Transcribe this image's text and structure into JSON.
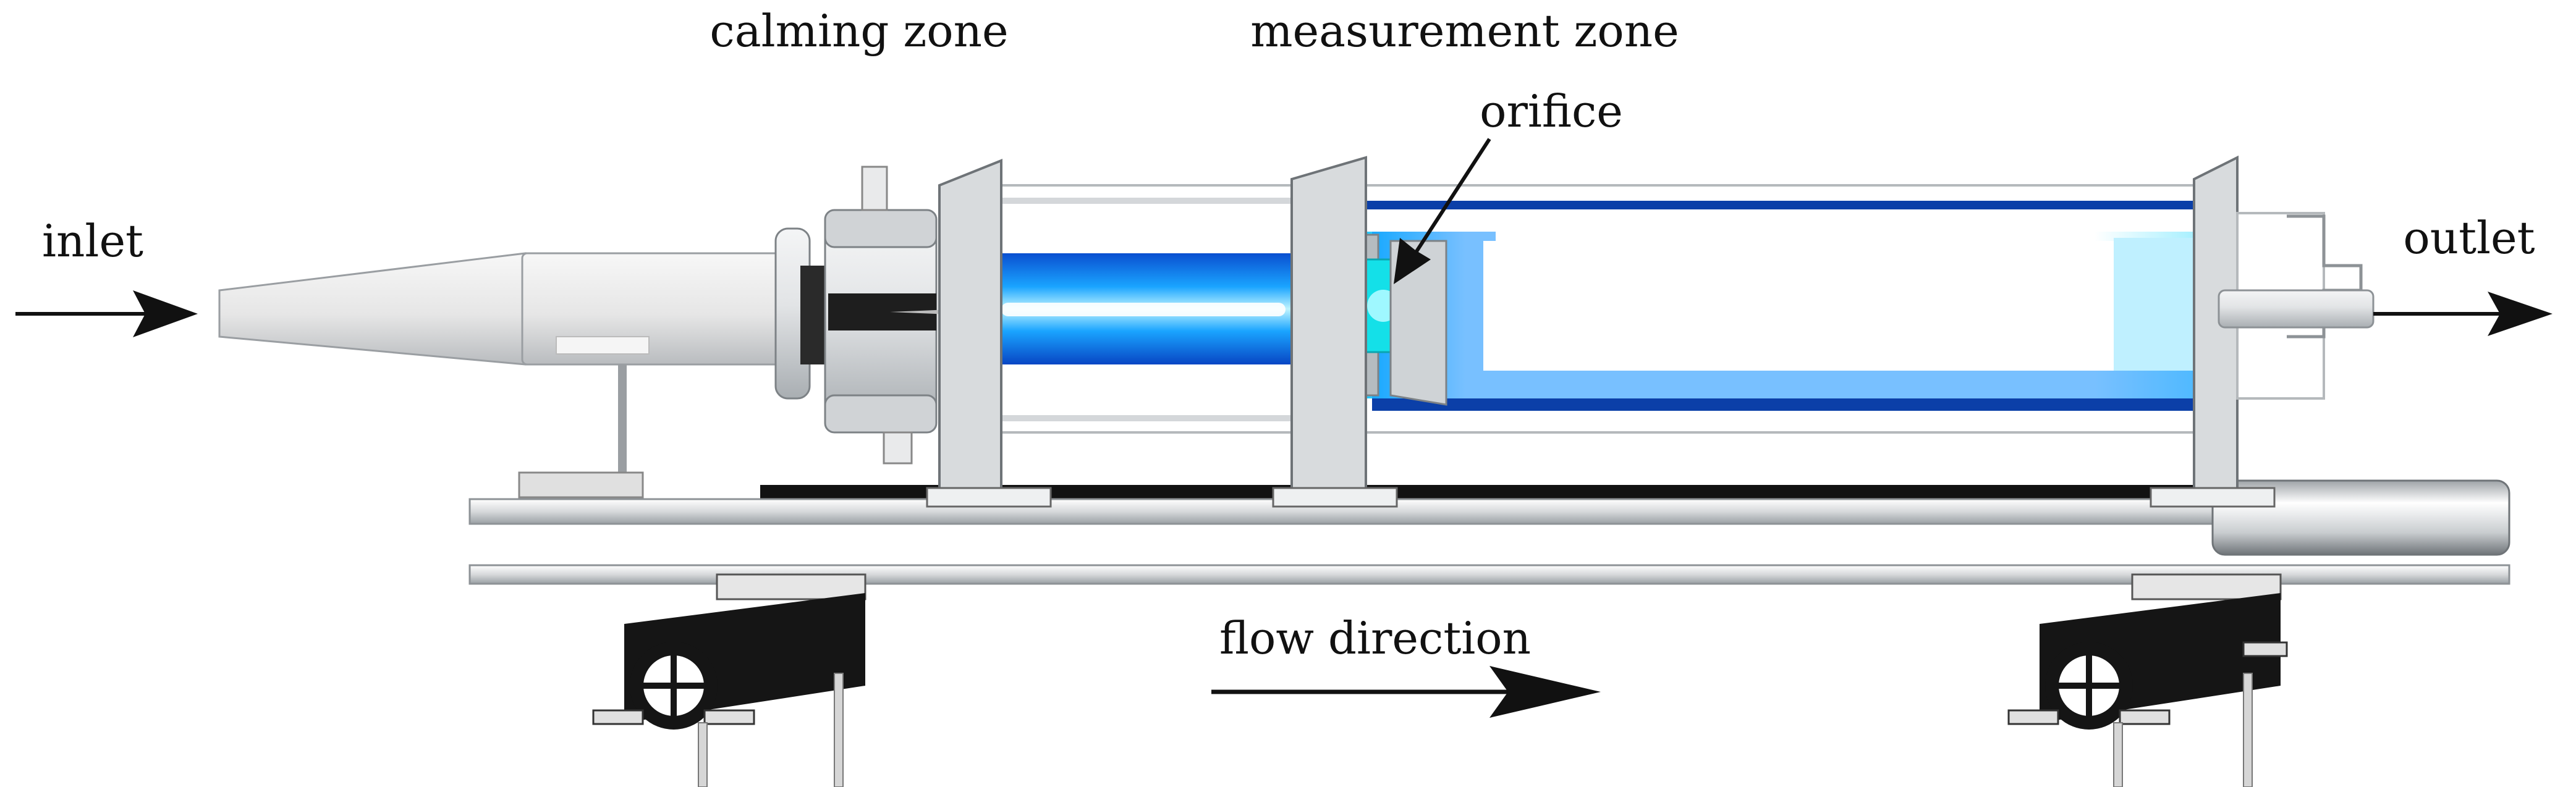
{
  "labels": {
    "calming_zone": "calming zone",
    "measurement_zone": "measurement zone",
    "orifice": "orifice",
    "inlet": "inlet",
    "outlet": "outlet",
    "flow_direction": "flow direction"
  },
  "colors": {
    "flow_blue": "#0a8cff",
    "flow_light": "#7fe0ff",
    "orifice_cyan": "#14e0e8",
    "dark_blue": "#0b3fa8",
    "metal": "#cfd3d6",
    "rail_black": "#111111"
  }
}
